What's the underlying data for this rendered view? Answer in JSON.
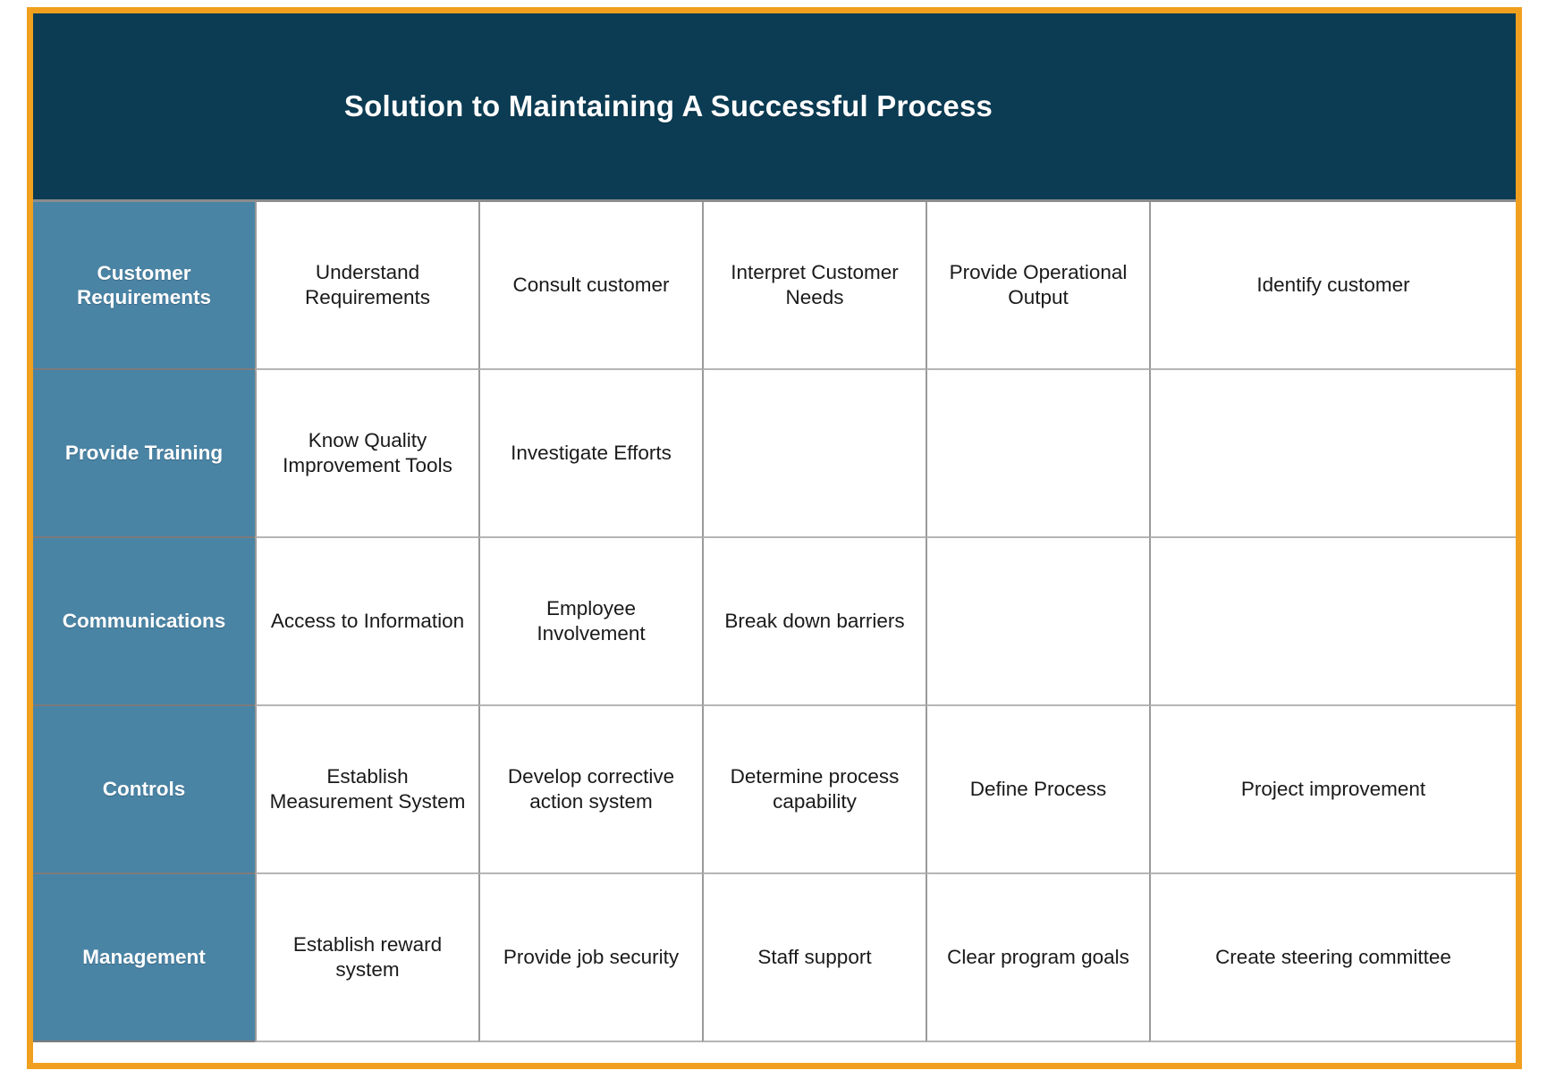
{
  "colors": {
    "accent_border": "#F0A01E",
    "title_band": "#0B3C54",
    "row_header": "#4A84A5",
    "cell_background": "#FFFFFF",
    "grid_line": "#9A9A9A",
    "title_text": "#FFFFFF",
    "cell_text": "#1A1A1A"
  },
  "header": {
    "title": "Solution to Maintaining A Successful Process"
  },
  "table": {
    "rows": [
      {
        "header": "Customer Requirements",
        "cells": [
          "Understand Requirements",
          "Consult customer",
          "Interpret Customer Needs",
          "Provide Operational Output",
          "Identify customer"
        ]
      },
      {
        "header": "Provide Training",
        "cells": [
          "Know Quality Improvement Tools",
          "Investigate Efforts",
          "",
          "",
          ""
        ]
      },
      {
        "header": "Communications",
        "cells": [
          "Access to Information",
          "Employee Involvement",
          "Break down barriers",
          "",
          ""
        ]
      },
      {
        "header": "Controls",
        "cells": [
          "Establish Measurement System",
          "Develop corrective action system",
          "Determine process capability",
          "Define Process",
          "Project improvement"
        ]
      },
      {
        "header": "Management",
        "cells": [
          "Establish reward system",
          "Provide job security",
          "Staff support",
          "Clear program goals",
          "Create steering committee"
        ]
      }
    ]
  }
}
